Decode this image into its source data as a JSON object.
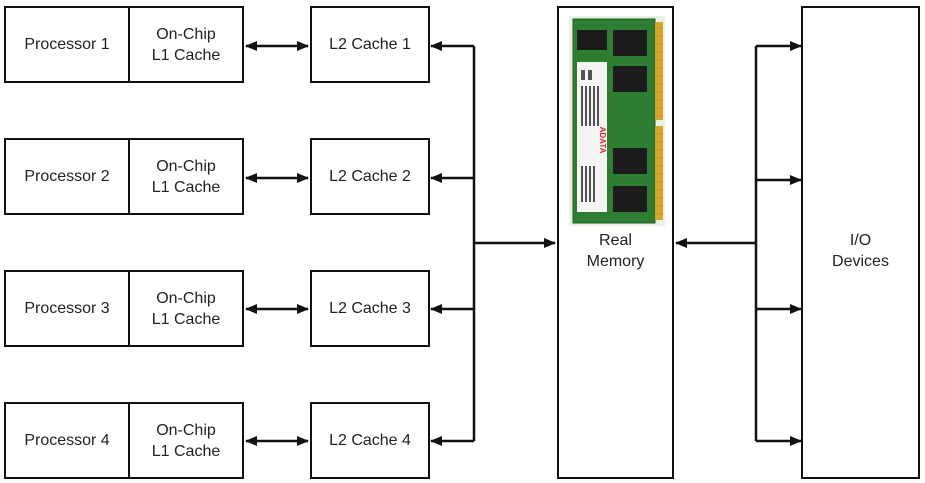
{
  "processors": [
    {
      "label": "Processor 1",
      "l1": "On-Chip\nL1 Cache",
      "l2": "L2 Cache 1"
    },
    {
      "label": "Processor 2",
      "l1": "On-Chip\nL1 Cache",
      "l2": "L2 Cache 2"
    },
    {
      "label": "Processor 3",
      "l1": "On-Chip\nL1 Cache",
      "l2": "L2 Cache 3"
    },
    {
      "label": "Processor 4",
      "l1": "On-Chip\nL1 Cache",
      "l2": "L2 Cache 4"
    }
  ],
  "memory": {
    "label": "Real\nMemory",
    "module_brand": "ADATA"
  },
  "io": {
    "label": "I/O\nDevices"
  }
}
